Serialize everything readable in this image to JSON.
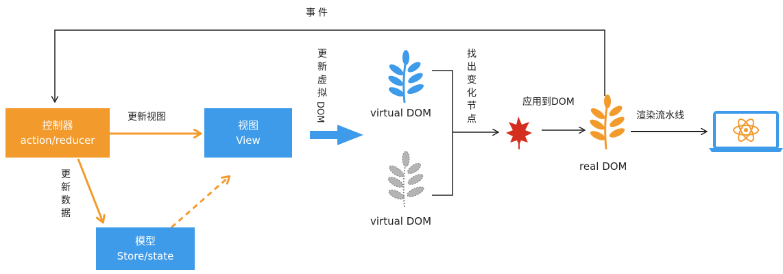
{
  "nodes": {
    "controller": {
      "title": "控制器",
      "subtitle": "action/reducer",
      "color": "#f39a2c"
    },
    "view": {
      "title": "视图",
      "subtitle": "View",
      "color": "#3d9be9"
    },
    "model": {
      "title": "模型",
      "subtitle": "Store/state",
      "color": "#3d9be9"
    },
    "vdom_top": {
      "label": "virtual DOM",
      "icon": "blue-plant-icon",
      "color": "#3d9be9"
    },
    "vdom_bottom": {
      "label": "virtual DOM",
      "icon": "gray-plant-icon",
      "color": "#9a9a9a"
    },
    "diff": {
      "icon": "red-leaf-icon",
      "color": "#d42e1e"
    },
    "real_dom": {
      "label": "real DOM",
      "icon": "orange-plant-icon",
      "color": "#f39a2c"
    },
    "screen": {
      "icon": "laptop-react-icon",
      "color": "#3d9be9"
    }
  },
  "edges": {
    "event": "事件",
    "update_view": "更新视图",
    "update_data": [
      "更",
      "新",
      "数",
      "据"
    ],
    "update_vdom": [
      "更",
      "新",
      "虚",
      "拟",
      "DOM"
    ],
    "find_changes": [
      "找",
      "出",
      "变",
      "化",
      "节",
      "点"
    ],
    "apply_dom": "应用到DOM",
    "render_pipeline": "渲染流水线"
  }
}
